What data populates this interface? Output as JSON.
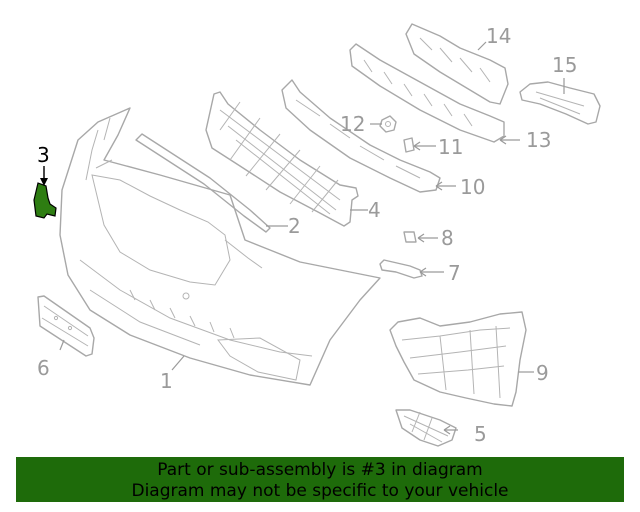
{
  "diagram": {
    "highlighted_part": "3",
    "highlight_color": "#2e7d12",
    "callouts": [
      "1",
      "2",
      "3",
      "4",
      "5",
      "6",
      "7",
      "8",
      "9",
      "10",
      "11",
      "12",
      "13",
      "14",
      "15"
    ]
  },
  "banner": {
    "line1": "Part or sub-assembly is #3 in diagram",
    "line2": "Diagram may not be specific to your vehicle",
    "background": "#1e6b0a"
  }
}
